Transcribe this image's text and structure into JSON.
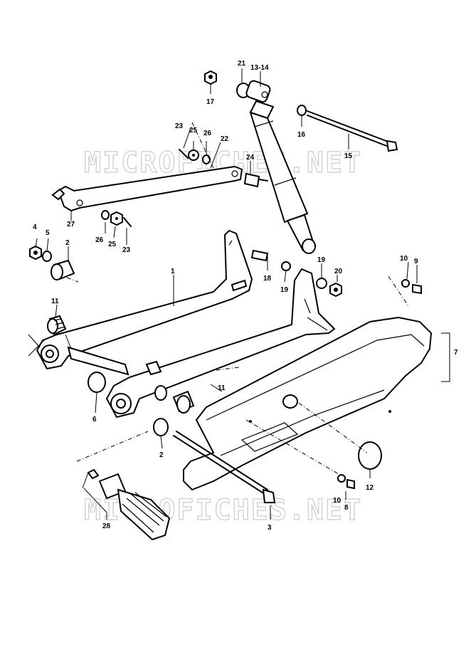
{
  "watermarks": [
    "MICROFICHES.NET",
    "MICROFICHES.NET"
  ],
  "parts": {
    "p1": "1",
    "p2a": "2",
    "p2b": "2",
    "p3": "3",
    "p4": "4",
    "p5": "5",
    "p6": "6",
    "p7": "7",
    "p8": "8",
    "p9": "9",
    "p10a": "10",
    "p10b": "10",
    "p11a": "11",
    "p11b": "11",
    "p12": "12",
    "p1314": "13-14",
    "p15": "15",
    "p16": "16",
    "p17": "17",
    "p18": "18",
    "p19a": "19",
    "p19b": "19",
    "p20": "20",
    "p21": "21",
    "p22": "22",
    "p23a": "23",
    "p23b": "23",
    "p24": "24",
    "p25a": "25",
    "p25b": "25",
    "p26a": "26",
    "p26b": "26",
    "p27": "27",
    "p28": "28"
  }
}
